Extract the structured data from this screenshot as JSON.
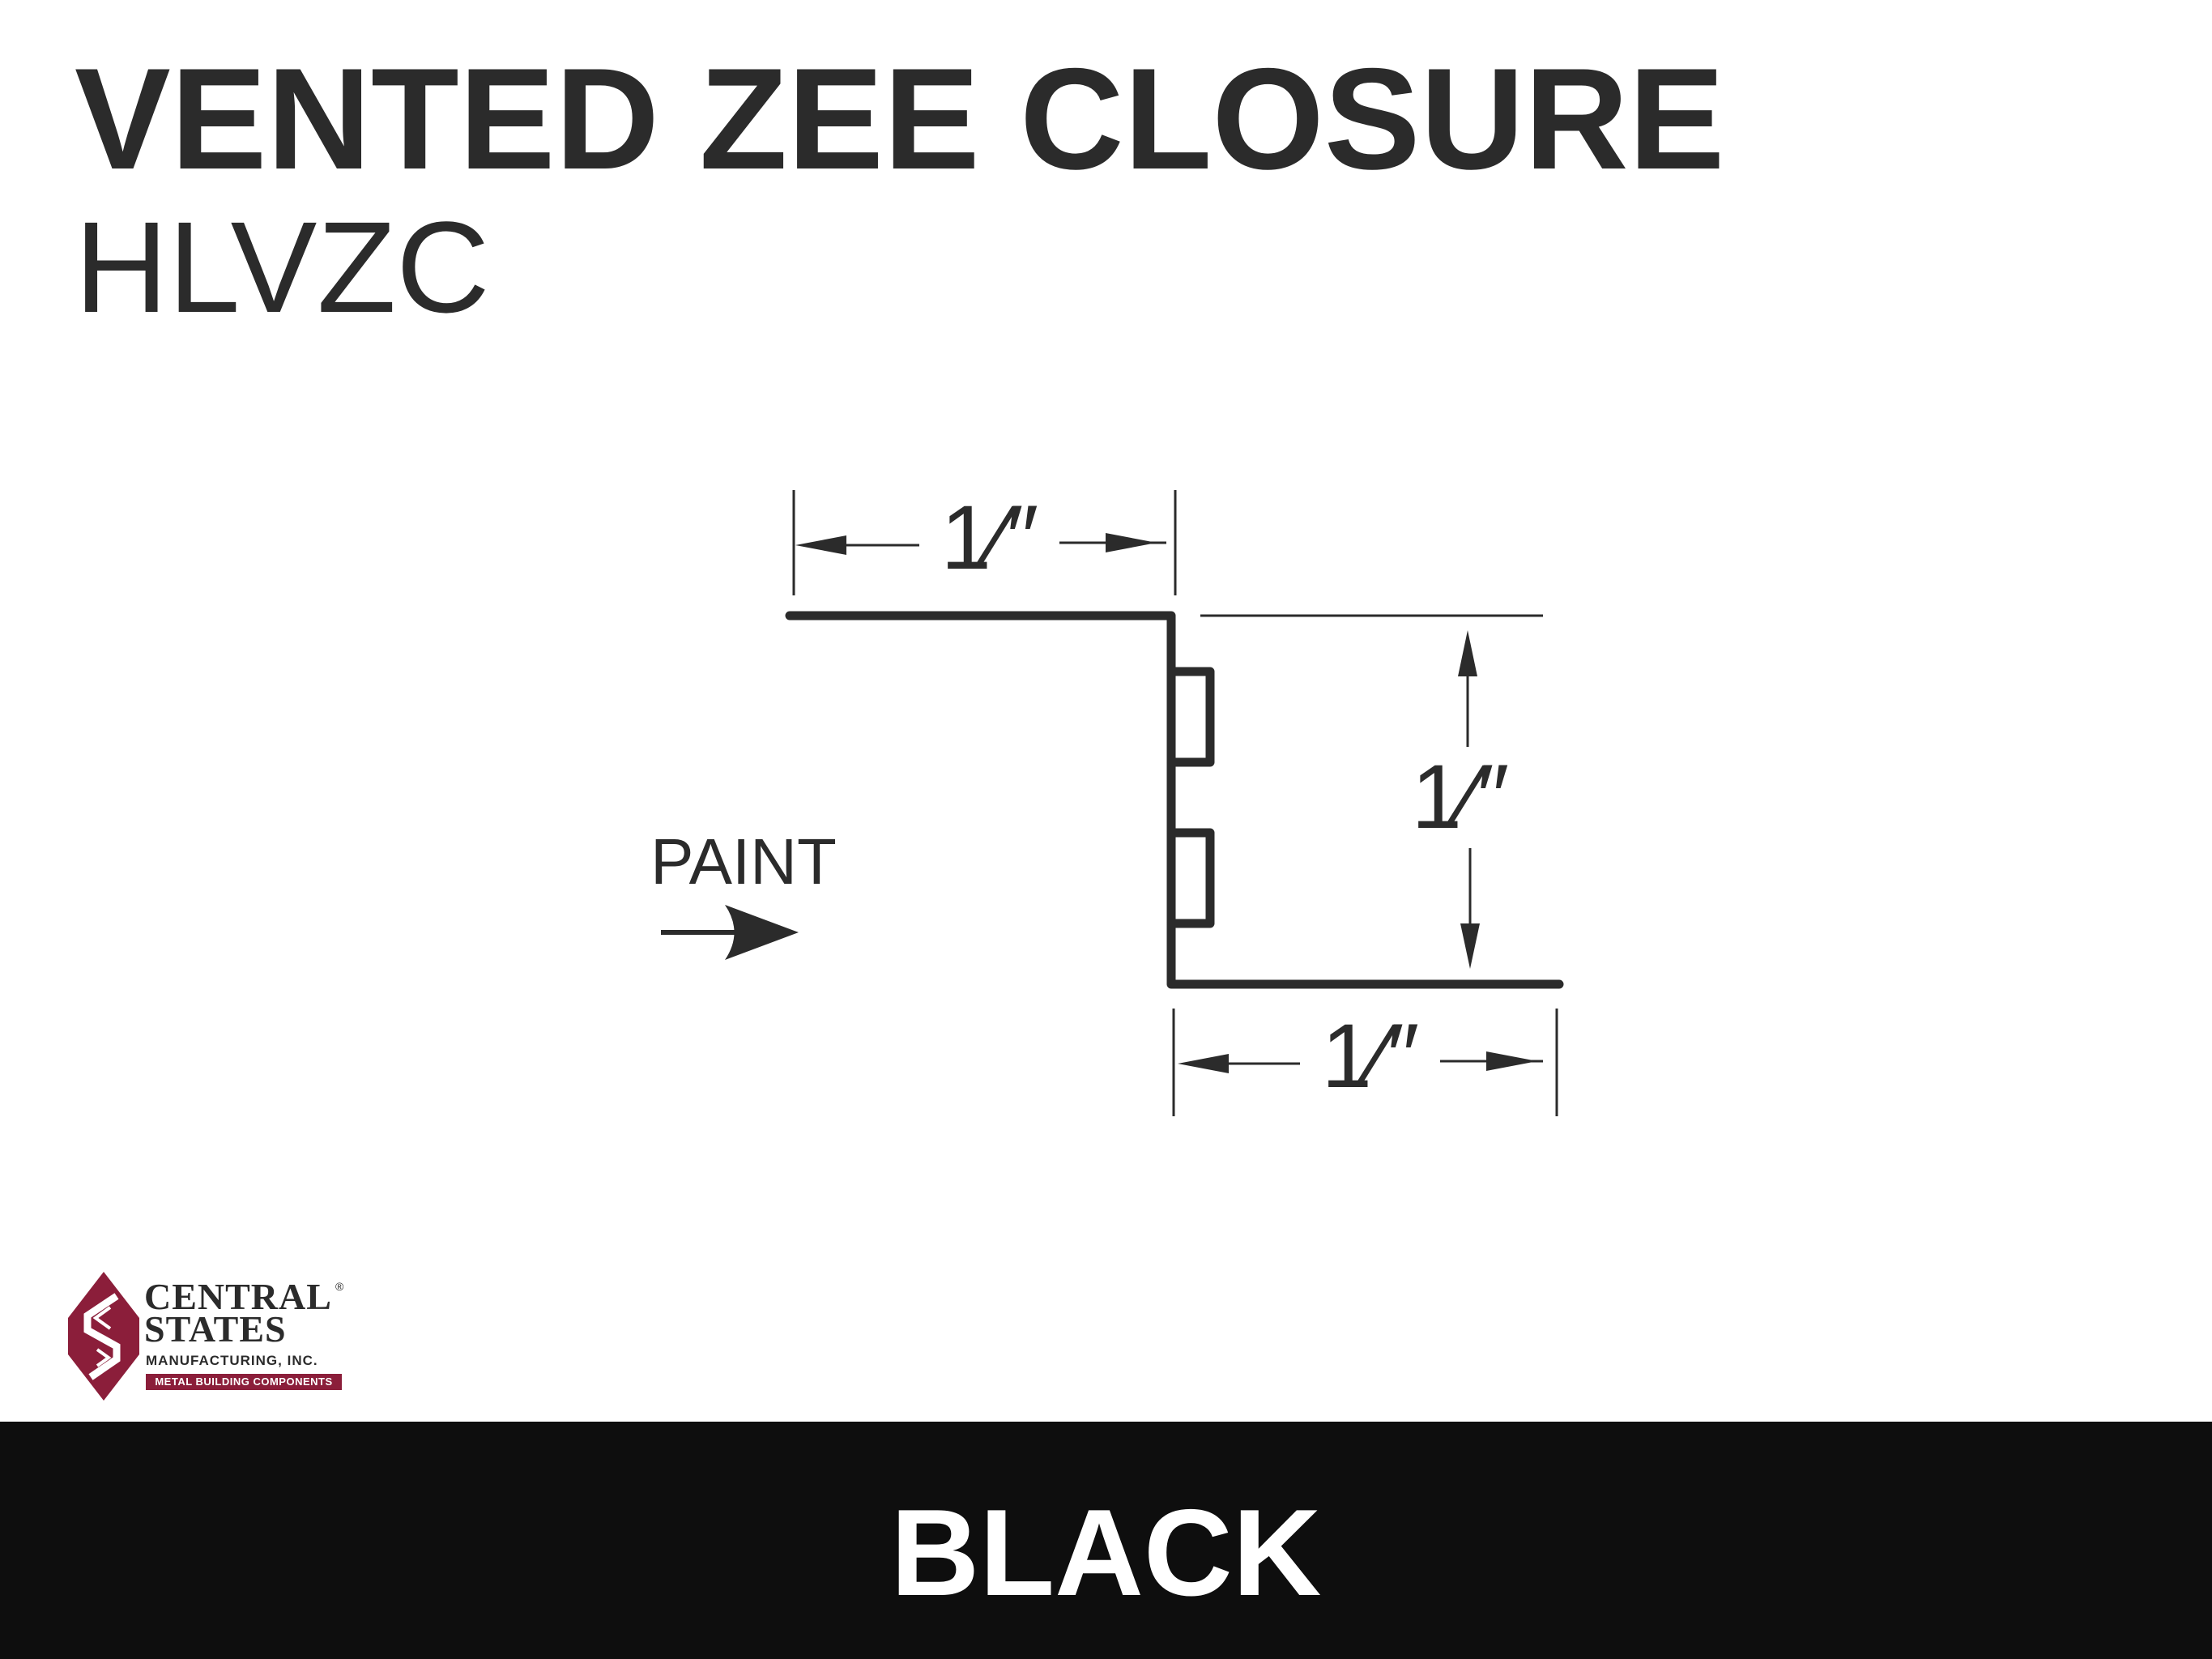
{
  "header": {
    "title": "VENTED ZEE CLOSURE",
    "code": "HLVZC"
  },
  "diagram": {
    "dimensions": {
      "top_flange": "1⁄″",
      "web_height": "1⁄″",
      "bottom_flange": "1⁄″"
    },
    "paint_label": "PAINT",
    "line_color": "#2b2b2b"
  },
  "logo": {
    "line1": "CENTRAL",
    "line2": "STATES",
    "registered": "®",
    "line3": "MANUFACTURING, INC.",
    "band": "METAL BUILDING COMPONENTS",
    "brand_color": "#8b1e3a"
  },
  "footer": {
    "color_name": "BLACK",
    "background": "#0e0e0e"
  }
}
